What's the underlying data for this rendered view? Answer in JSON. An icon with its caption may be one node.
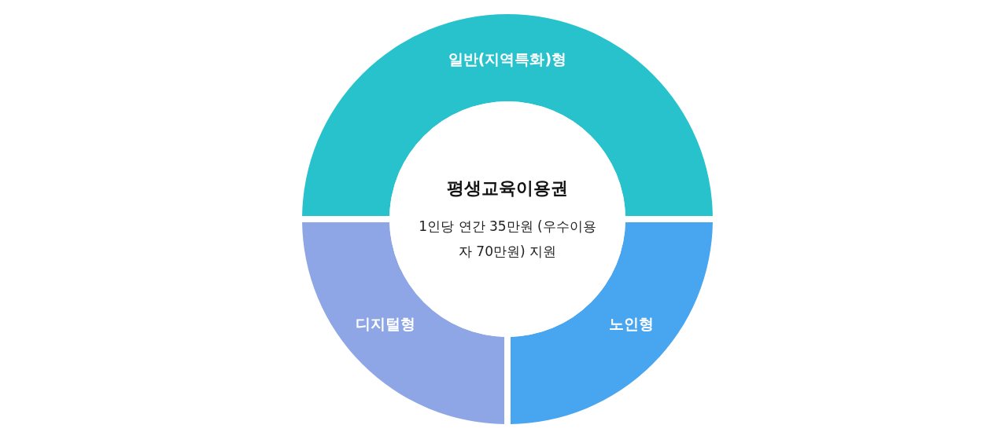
{
  "diagram": {
    "nodes": [
      {
        "text": [
          "일반(지역특화)형"
        ]
      },
      {
        "text": [
          "디지털형"
        ]
      },
      {
        "text": [
          "노인형"
        ]
      },
      {
        "text": [
          "평생교육이용권",
          "1인당 연간 35만원 (우수이용자 70만원) 지원"
        ]
      }
    ]
  }
}
